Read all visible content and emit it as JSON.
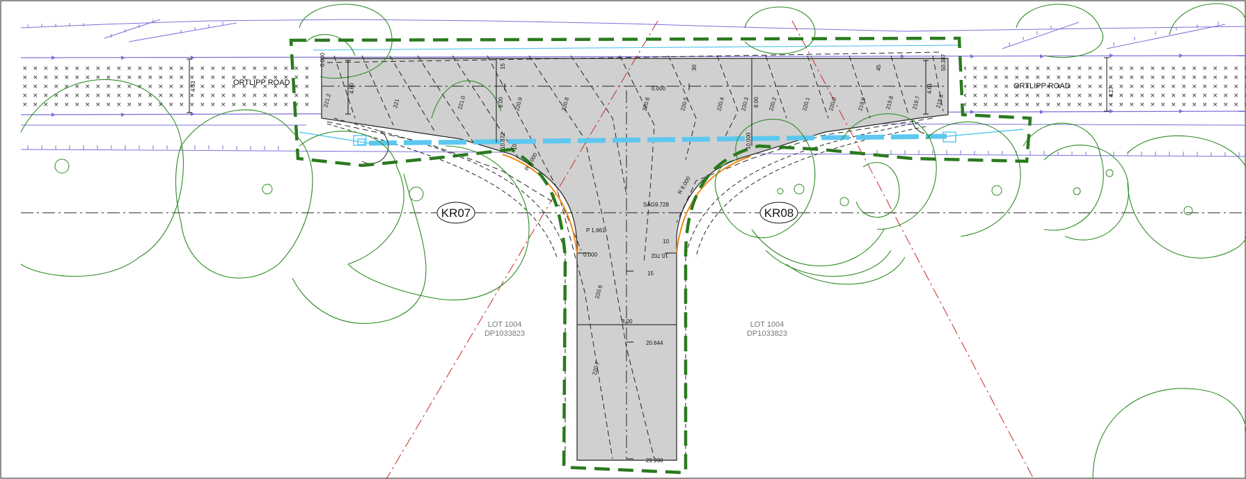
{
  "road_labels": {
    "left": "ORTLIPP ROAD",
    "right": "ORTLIPP ROAD"
  },
  "culvert_tags": {
    "left": "KR07",
    "right": "KR08"
  },
  "lots": {
    "left": {
      "line1": "LOT 1004",
      "line2": "DP1033823"
    },
    "right": {
      "line1": "LOT 1004",
      "line2": "DP1033823"
    }
  },
  "dimensions": {
    "road_width_left": "4.33",
    "road_width_right": "4.27",
    "approach_width_left": "4.60",
    "approach_width_right": "4.61",
    "shoulder_left": "8.00",
    "shoulder_right": "8.00",
    "chainage_top_left": "0.000",
    "chainage_top_right": "50.387",
    "centre_chainage": "0.000",
    "centre_offset_left": "10.872",
    "centre_offset_right": "10.000",
    "stem_width": "8.00",
    "stem_start": "0.000",
    "stem_end": "29.998",
    "sag_point": "SAG9.728",
    "point_label": "P 1.661",
    "stem_mid": "20.644",
    "side_offset": "10.702",
    "radius_left": "R 8.000",
    "radius_right": "R 8.000",
    "tick_15a": "15",
    "tick_30": "30",
    "tick_45": "45",
    "tick_15b": "15",
    "tick_10a": "10",
    "tick_10b": "10"
  },
  "contours": {
    "c1": "221.2",
    "c2": "221",
    "c3": "221.0",
    "c4": "220.9",
    "c5": "220.8",
    "c6": "220.6",
    "c7": "220.5",
    "c8": "220.4",
    "c9": "220.3",
    "c10": "220.2",
    "c11": "220.1",
    "c12": "220.0",
    "c13": "219.9",
    "c14": "219.8",
    "c15": "219.7",
    "c16": "219.6",
    "c17": "220.6",
    "c18": "220.7"
  },
  "colors": {
    "boundary": "#2b7a1f",
    "tree": "#2c8a22",
    "road_edge": "#7b6fd8",
    "paving": "#d0d0d0",
    "kerb_curve": "#f08a1c",
    "pipe": "#5cc8f0",
    "centreline": "#c42a2a"
  }
}
